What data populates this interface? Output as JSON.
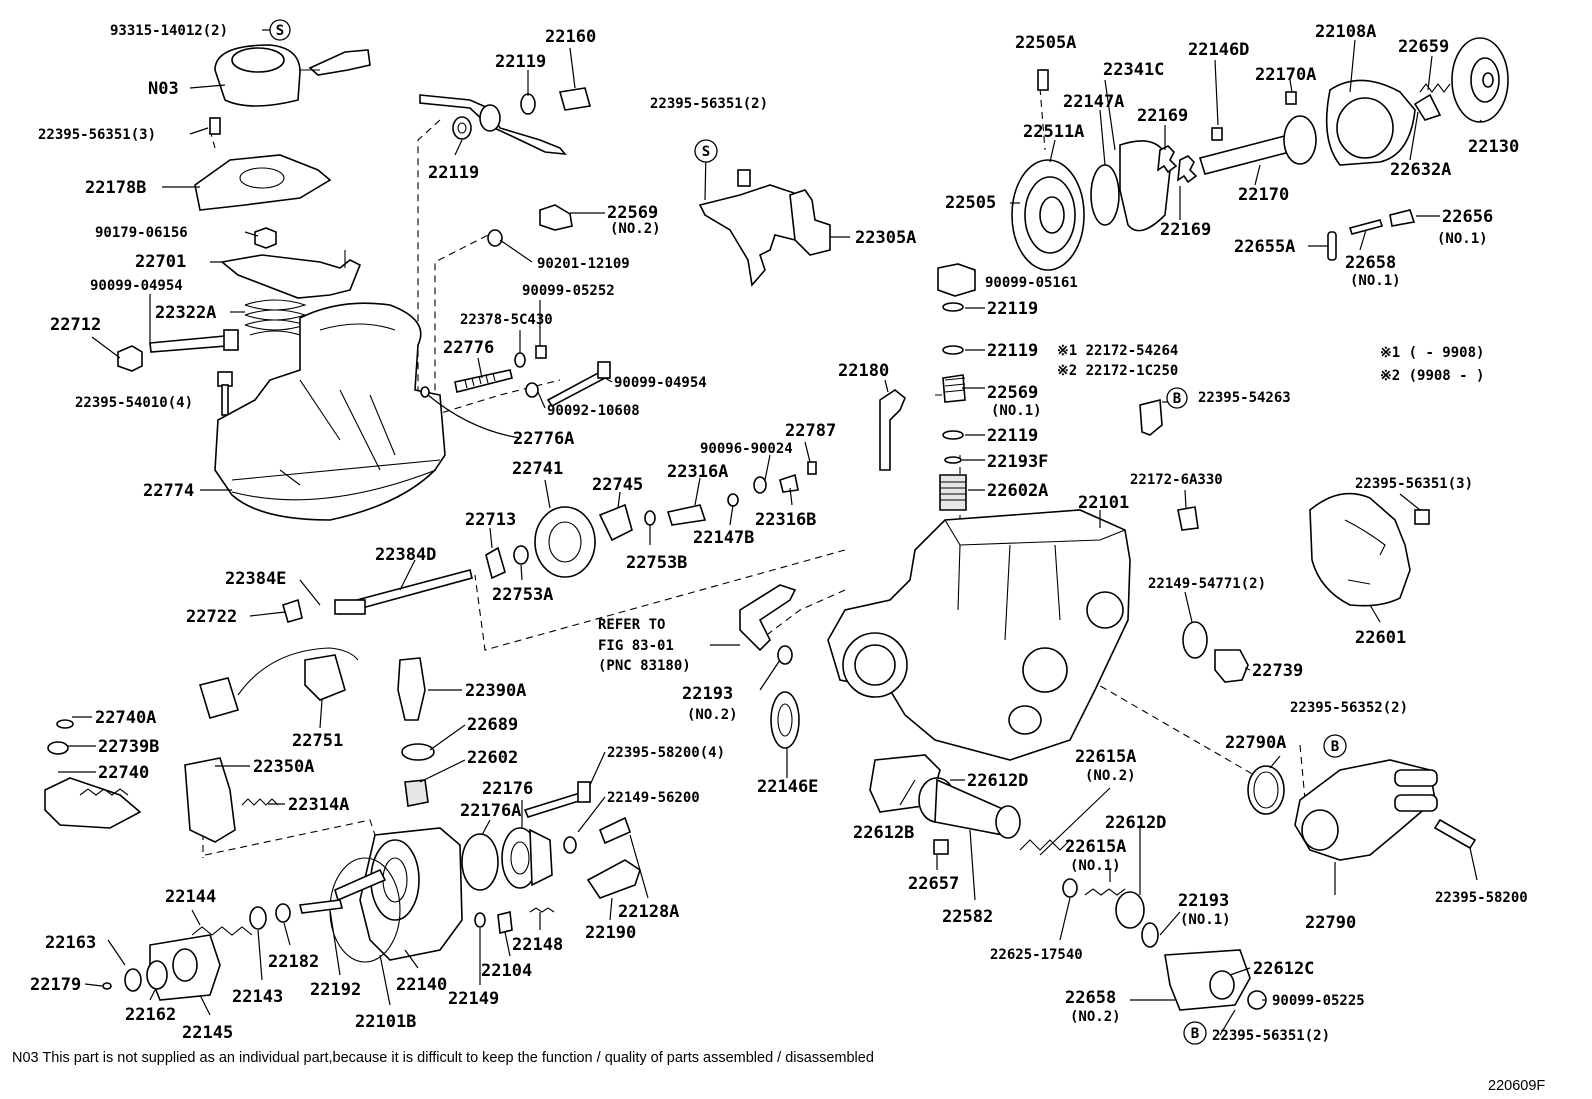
{
  "callouts": {
    "p01": "93315-14012(2)",
    "p02": "N03",
    "p03": "22395-56351(3)",
    "p04": "22178B",
    "p05": "90179-06156",
    "p06": "22701",
    "p07": "90099-04954",
    "p08": "22322A",
    "p09": "22712",
    "p10": "22395-54010(4)",
    "p11": "22774",
    "p12": "22119",
    "p13": "22160",
    "p14": "22119",
    "p15": "22569",
    "p15s": "(NO.2)",
    "p16": "90201-12109",
    "p17": "90099-05252",
    "p18": "22378-5C430",
    "p19": "22776",
    "p20": "90099-04954",
    "p21": "90092-10608",
    "p22": "22776A",
    "p23": "22395-56351(2)",
    "p24": "22305A",
    "p25": "22505A",
    "p26": "22341C",
    "p27": "22146D",
    "p28": "22108A",
    "p29": "22659",
    "p30": "22147A",
    "p31": "22170A",
    "p32": "22511A",
    "p33": "22169",
    "p34": "22130",
    "p35": "22632A",
    "p36": "22505",
    "p37": "22170",
    "p38": "22169",
    "p39": "22656",
    "p39s": "(NO.1)",
    "p40": "22655A",
    "p41": "22658",
    "p41s": "(NO.1)",
    "p42": "90099-05161",
    "p43": "22119",
    "p44": "22119",
    "p45": "※1 22172-54264",
    "p46": "※2 22172-1C250",
    "p47": "22569",
    "p47s": "(NO.1)",
    "p48": "22395-54263",
    "p49": "22119",
    "p50": "22193F",
    "p51": "22602A",
    "p52": "22180",
    "p53": "22787",
    "p54": "90096-90024",
    "p55": "22741",
    "p56": "22745",
    "p57": "22316A",
    "p58": "22316B",
    "p59": "22147B",
    "p60": "22753B",
    "p61": "22713",
    "p62": "22384D",
    "p63": "22384E",
    "p64": "22753A",
    "p65": "22722",
    "p66": "22101",
    "p67": "22172-6A330",
    "p68": "22395-56351(3)",
    "p69": "22149-54771(2)",
    "p70": "22601",
    "p71": "22739",
    "p72": "REFER TO",
    "p73": "FIG 83-01",
    "p74": "(PNC 83180)",
    "p75": "22193",
    "p75s": "(NO.2)",
    "p76": "22390A",
    "p77": "22751",
    "p78": "22740A",
    "p79": "22739B",
    "p80": "22740",
    "p81": "22350A",
    "p82": "22314A",
    "p83": "22689",
    "p84": "22602",
    "p85": "22395-58200(4)",
    "p86": "22176",
    "p87": "22176A",
    "p88": "22149-56200",
    "p89": "22146E",
    "p90": "22612D",
    "p91": "22615A",
    "p91s": "(NO.2)",
    "p92": "22612B",
    "p93": "22612D",
    "p94": "22615A",
    "p94s": "(NO.1)",
    "p95": "22657",
    "p96": "22582",
    "p97": "22193",
    "p97s": "(NO.1)",
    "p98": "22625-17540",
    "p99": "22612C",
    "p100": "22658",
    "p100s": "(NO.2)",
    "p101": "90099-05225",
    "p102": "22395-56351(2)",
    "p103": "22395-56352(2)",
    "p104": "22790A",
    "p105": "22790",
    "p106": "22395-58200",
    "p107": "22144",
    "p108": "22163",
    "p109": "22179",
    "p110": "22162",
    "p111": "22145",
    "p112": "22143",
    "p113": "22182",
    "p114": "22192",
    "p115": "22101B",
    "p116": "22140",
    "p117": "22149",
    "p118": "22104",
    "p119": "22148",
    "p120": "22190",
    "p121": "22128A",
    "p122": "※1 (      - 9908)",
    "p123": "※2 (9908 -      )"
  },
  "markers": {
    "s": "S",
    "b": "B"
  },
  "footnote": "N03 This part is not supplied as an individual part,because it is difficult to keep the function / quality of parts assembled / disassembled",
  "figure_id": "220609F"
}
